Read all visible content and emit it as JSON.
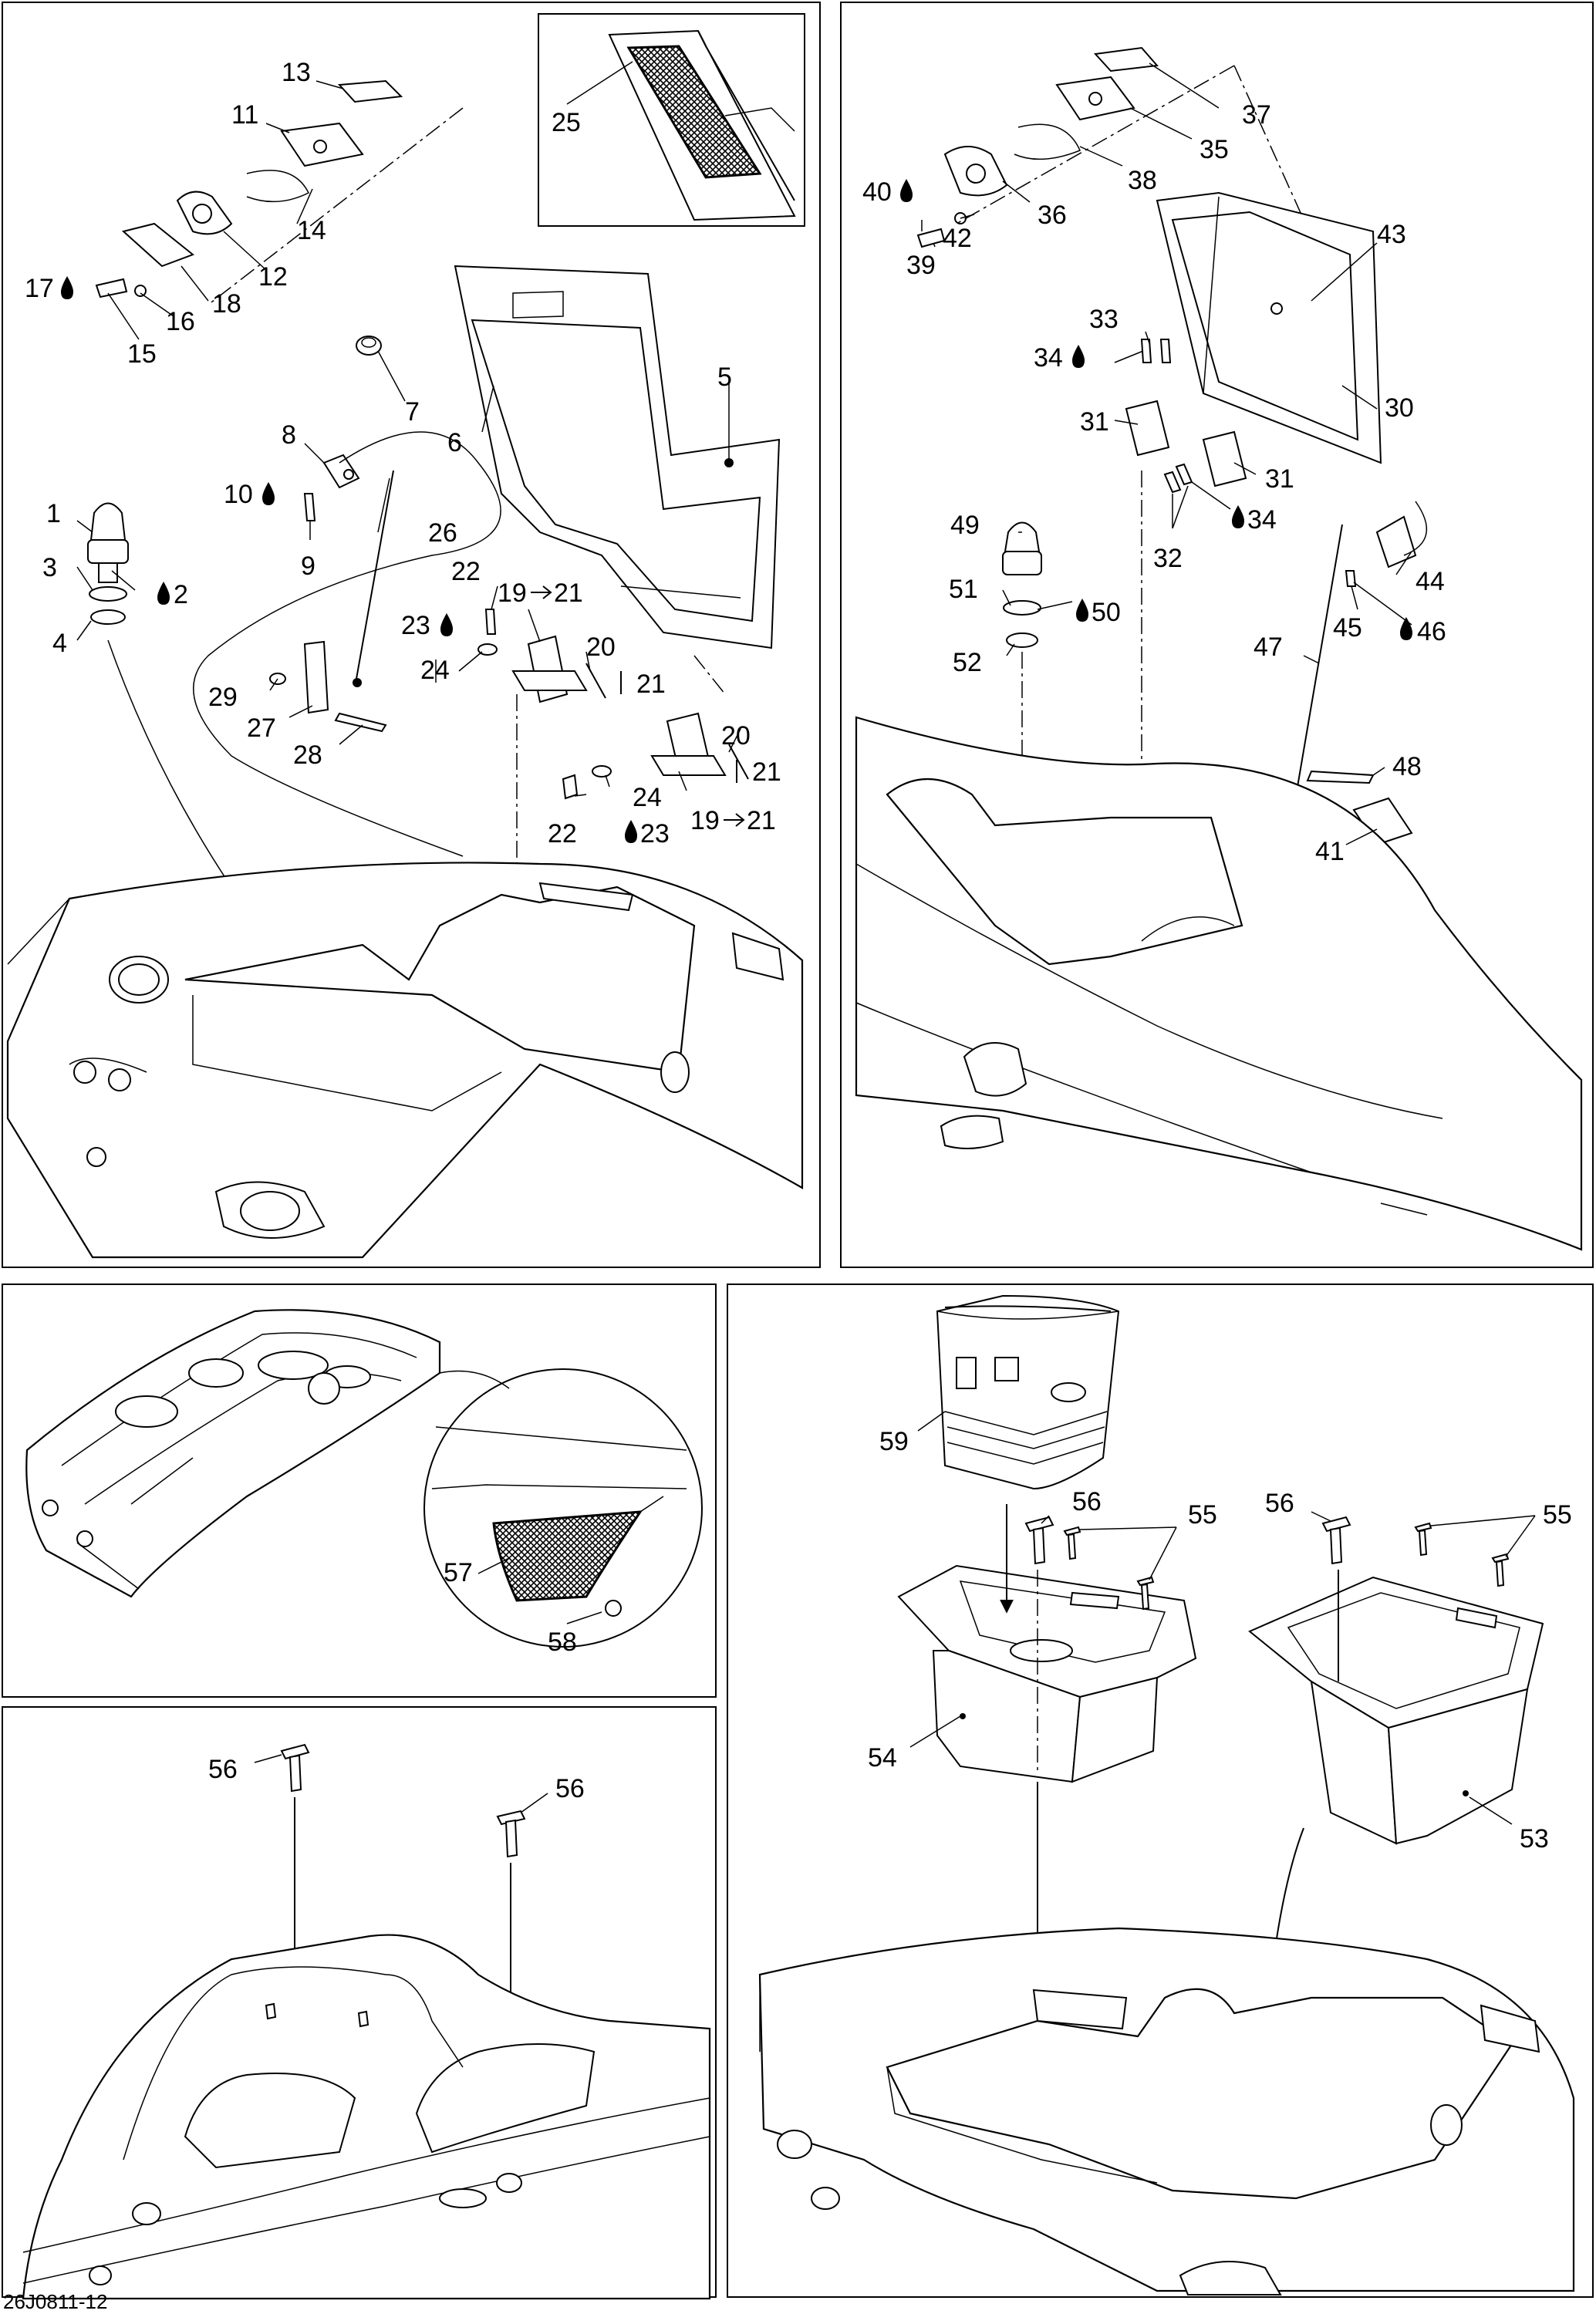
{
  "figure_code": "26J0811-12",
  "callouts": {
    "c1": "1",
    "c2": "2",
    "c3": "3",
    "c4": "4",
    "c5": "5",
    "c6": "6",
    "c7": "7",
    "c8": "8",
    "c9": "9",
    "c10": "10",
    "c11": "11",
    "c12": "12",
    "c13": "13",
    "c14": "14",
    "c15": "15",
    "c16": "16",
    "c17": "17",
    "c18": "18",
    "c19a": "19",
    "c19b": "19",
    "c20a": "20",
    "c20b": "20",
    "c21a": "21",
    "c21b": "21",
    "c21c": "21",
    "c21d": "21",
    "c22a": "22",
    "c22b": "22",
    "c23a": "23",
    "c23b": "23",
    "c24a": "24",
    "c24b": "24",
    "c25": "25",
    "c26": "26",
    "c27": "27",
    "c28": "28",
    "c29": "29",
    "c30": "30",
    "c31a": "31",
    "c31b": "31",
    "c32": "32",
    "c33": "33",
    "c34a": "34",
    "c34b": "34",
    "c35": "35",
    "c36": "36",
    "c37": "37",
    "c38": "38",
    "c39": "39",
    "c40": "40",
    "c41": "41",
    "c42": "42",
    "c43": "43",
    "c44": "44",
    "c45": "45",
    "c46": "46",
    "c47": "47",
    "c48": "48",
    "c49": "49",
    "c50": "50",
    "c51": "51",
    "c52": "52",
    "c53": "53",
    "c54": "54",
    "c55a": "55",
    "c55b": "55",
    "c56a": "56",
    "c56b": "56",
    "c56c": "56",
    "c56d": "56",
    "c57": "57",
    "c58": "58",
    "c59": "59"
  },
  "icons": {
    "drop": "lubricant-drop-icon",
    "arrow": "right-arrow-icon"
  }
}
